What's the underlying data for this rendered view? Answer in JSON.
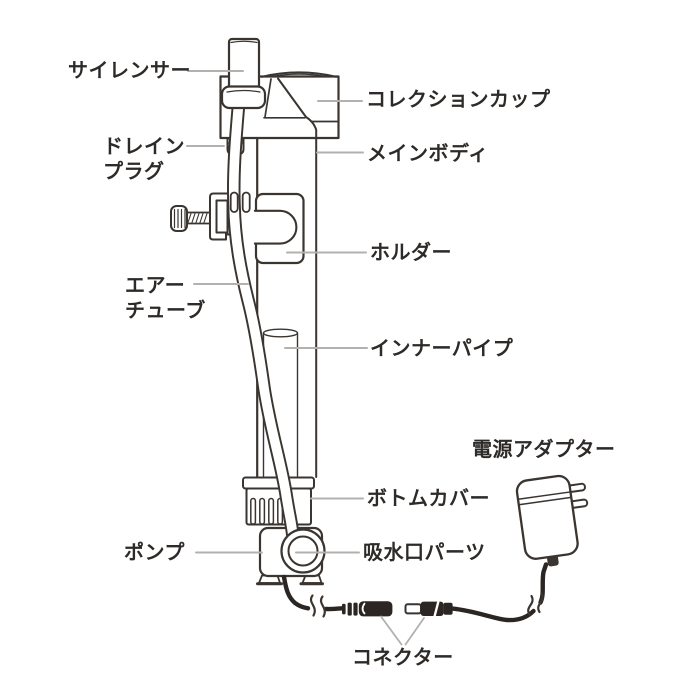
{
  "diagram": {
    "background": "#ffffff",
    "colors": {
      "line": "#3a3530",
      "text": "#2d2a27",
      "leader": "#b3b1ae",
      "cable": "#2b2623"
    },
    "labels": {
      "silencer": "サイレンサー",
      "collection_cup": "コレクションカップ",
      "drain_plug_line1": "ドレイン",
      "drain_plug_line2": "プラグ",
      "main_body": "メインボディ",
      "holder": "ホルダー",
      "air_tube_line1": "エアー",
      "air_tube_line2": "チューブ",
      "inner_pipe": "インナーパイプ",
      "power_adapter": "電源アダプター",
      "bottom_cover": "ボトムカバー",
      "pump": "ポンプ",
      "intake_part": "吸水口パーツ",
      "connector": "コネクター"
    }
  }
}
